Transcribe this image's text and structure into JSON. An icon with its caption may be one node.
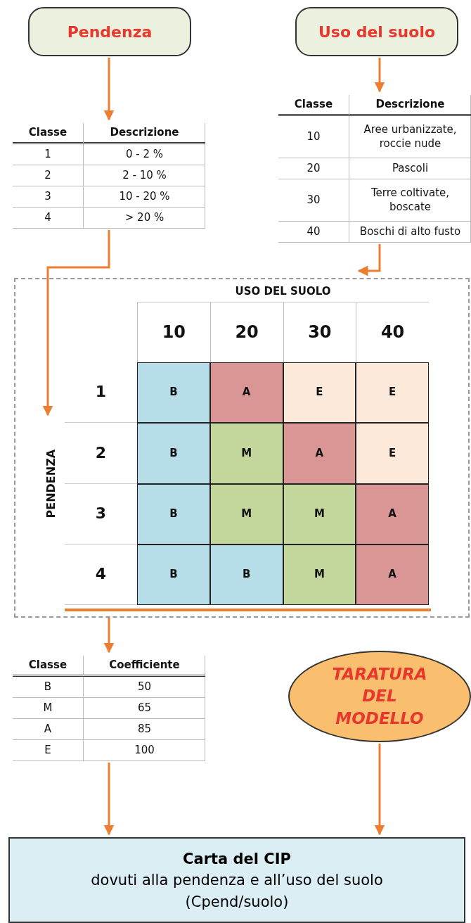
{
  "diagram": {
    "nodes": [
      {
        "text": [
          "Pendenza"
        ]
      },
      {
        "text": [
          "Uso del suolo"
        ]
      },
      {
        "text": [
          "Classe",
          "Descrizione",
          "1",
          "0 - 2 %",
          "2",
          "2 - 10 %",
          "3",
          "10 - 20 %",
          "4",
          "> 20 %"
        ]
      },
      {
        "text": [
          "Classe",
          "Descrizione",
          "10",
          "Aree urbanizzate, roccie nude",
          "20",
          "Pascoli",
          "30",
          "Terre coltivate, boscate",
          "40",
          "Boschi di alto fusto"
        ]
      },
      {
        "text": [
          "USO DEL SUOLO",
          "10",
          "20",
          "30",
          "40",
          "PENDENZA",
          "1",
          "B",
          "A",
          "E",
          "E",
          "2",
          "B",
          "M",
          "A",
          "E",
          "3",
          "B",
          "M",
          "M",
          "A",
          "4",
          "B",
          "B",
          "M",
          "A"
        ]
      },
      {
        "text": [
          "Classe",
          "Coefficiente",
          "B",
          "50",
          "M",
          "65",
          "A",
          "85",
          "E",
          "100"
        ]
      },
      {
        "text": [
          "TARATURA DEL MODELLO"
        ]
      },
      {
        "text": [
          "Carta del CIP",
          "dovuti alla pendenza e all’uso del suolo (Cpend/suolo)"
        ]
      }
    ],
    "edges": [
      {
        "from": 0,
        "to": 2,
        "arrow": "to"
      },
      {
        "from": 1,
        "to": 3,
        "arrow": "to"
      },
      {
        "from": 2,
        "to": 4,
        "arrow": "to"
      },
      {
        "from": 3,
        "to": 4,
        "arrow": "to"
      },
      {
        "from": 4,
        "to": 5,
        "arrow": "to"
      },
      {
        "from": 5,
        "to": 7,
        "arrow": "to"
      },
      {
        "from": 6,
        "to": 7,
        "arrow": "to"
      }
    ]
  }
}
